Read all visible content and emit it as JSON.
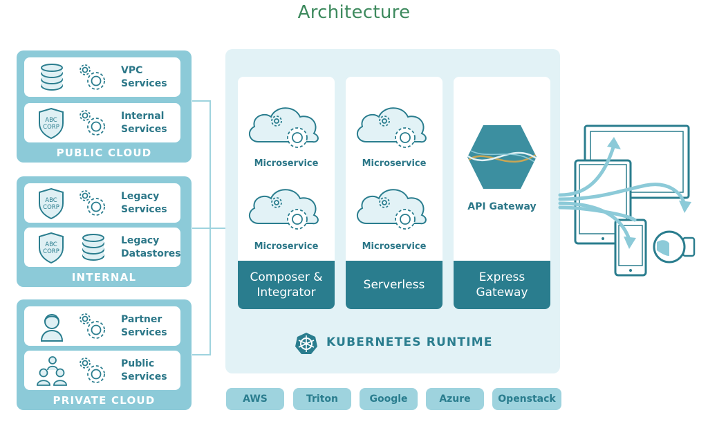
{
  "title": "Architecture",
  "groups": [
    {
      "label": "PUBLIC CLOUD",
      "services": [
        {
          "line1": "VPC",
          "line2": "Services",
          "icon": "database-icon"
        },
        {
          "line1": "Internal",
          "line2": "Services",
          "icon": "abc-corp-badge-icon",
          "badge": "ABC\nCORP"
        }
      ]
    },
    {
      "label": "INTERNAL",
      "services": [
        {
          "line1": "Legacy",
          "line2": "Services",
          "icon": "abc-corp-badge-icon",
          "badge": "ABC\nCORP"
        },
        {
          "line1": "Legacy",
          "line2": "Datastores",
          "icon": "abc-corp-badge-icon",
          "badge": "ABC\nCORP"
        }
      ]
    },
    {
      "label": "PRIVATE CLOUD",
      "services": [
        {
          "line1": "Partner",
          "line2": "Services",
          "icon": "person-icon"
        },
        {
          "line1": "Public",
          "line2": "Services",
          "icon": "people-icon"
        }
      ]
    }
  ],
  "badge_line1": "ABC",
  "badge_line2": "CORP",
  "columns": [
    {
      "footer": "Composer &\nIntegrator",
      "items": [
        "Microservice",
        "Microservice"
      ]
    },
    {
      "footer": "Serverless",
      "items": [
        "Microservice",
        "Microservice"
      ]
    },
    {
      "footer": "Express\nGateway",
      "items": [
        "API Gateway"
      ]
    }
  ],
  "runtime_label": "KUBERNETES RUNTIME",
  "providers": [
    "AWS",
    "Triton",
    "Google",
    "Azure",
    "Openstack"
  ],
  "colors": {
    "primary": "#2a7d8e",
    "light": "#8ccad8",
    "panel": "#e2f2f6",
    "title": "#3e8a5e",
    "accent": "#c9a654"
  }
}
